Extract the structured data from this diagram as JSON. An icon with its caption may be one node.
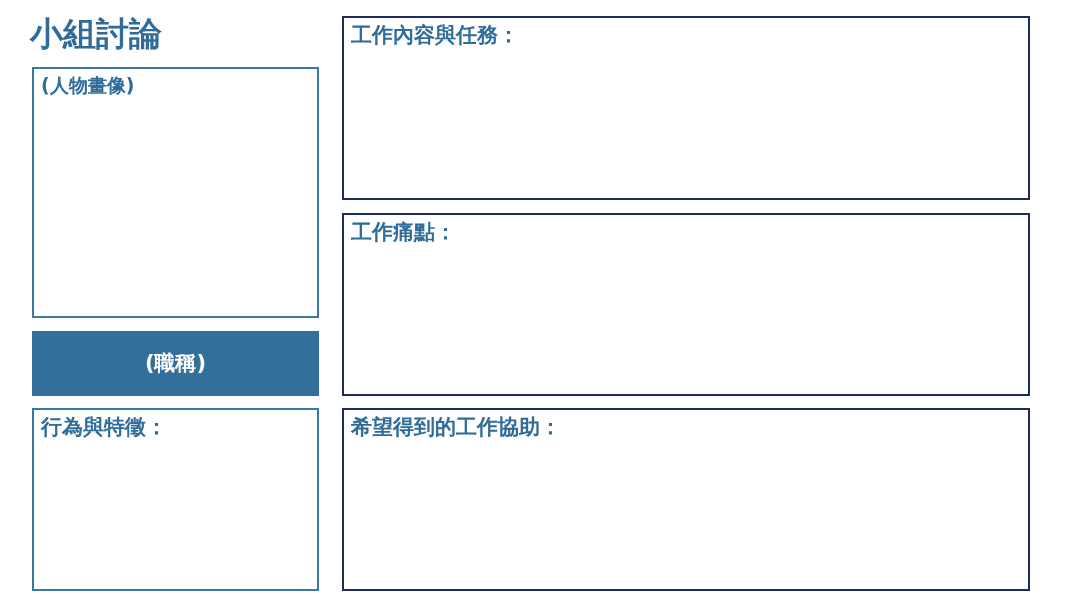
{
  "diagram": {
    "title": "小組討論",
    "nodes": [
      {
        "text": [
          "(人物畫像)"
        ]
      },
      {
        "text": [
          "(職稱)"
        ]
      },
      {
        "text": [
          "行為與特徵："
        ]
      },
      {
        "text": [
          "工作內容與任務："
        ]
      },
      {
        "text": [
          "工作痛點："
        ]
      },
      {
        "text": [
          "希望得到的工作協助："
        ]
      }
    ]
  }
}
